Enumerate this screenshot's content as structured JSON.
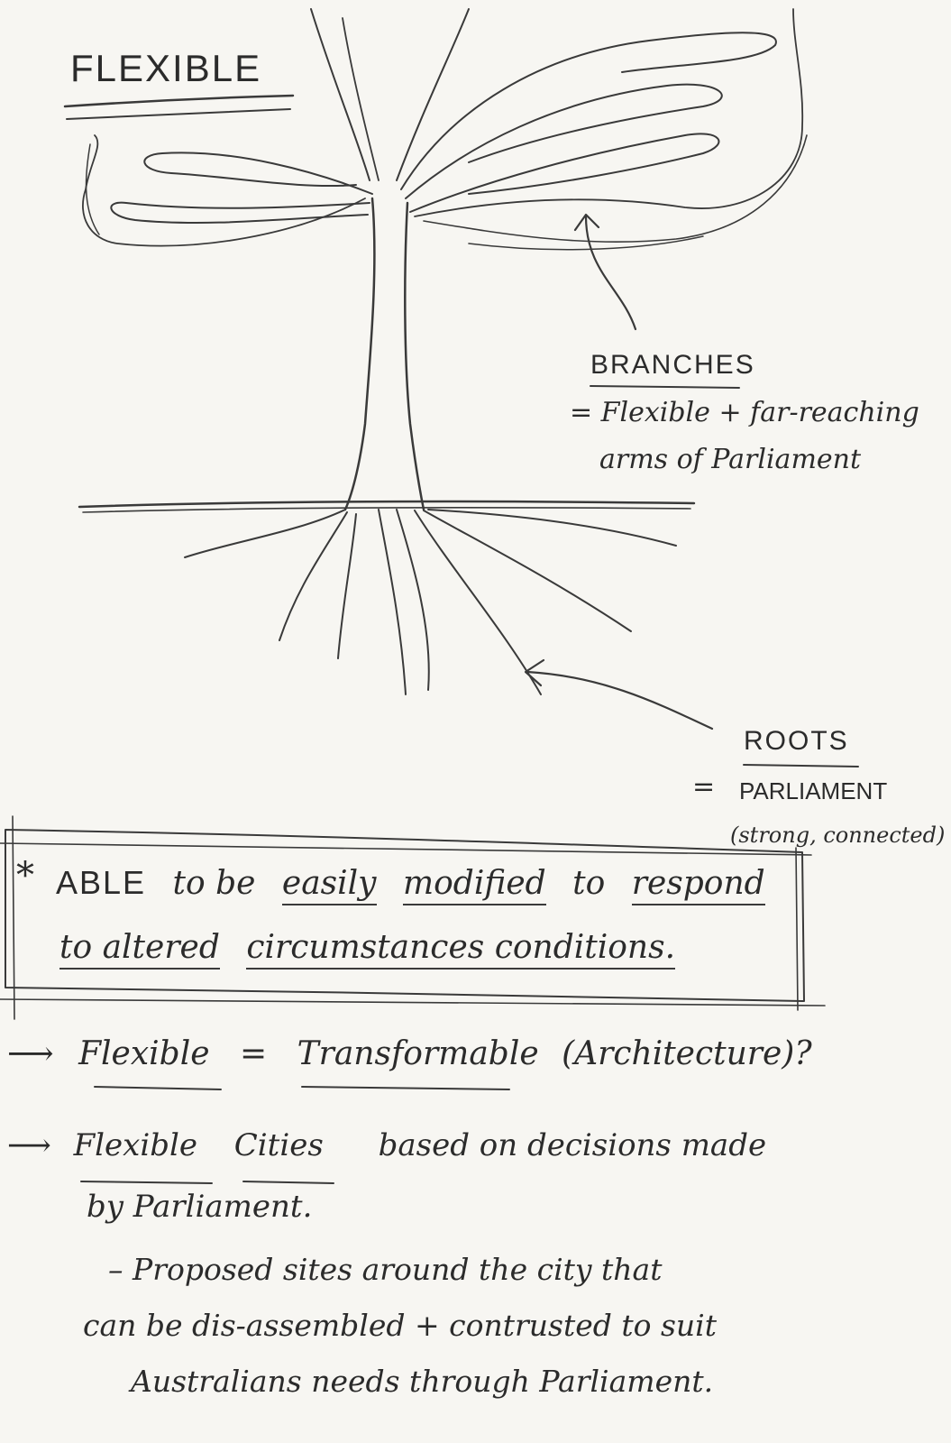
{
  "title": "FLEXIBLE",
  "branches": {
    "heading": "BRANCHES",
    "line1": "= Flexible + far-reaching",
    "line2": "arms of Parliament"
  },
  "roots": {
    "heading": "ROOTS",
    "equals": "=",
    "line1": "PARLIAMENT",
    "line2": "(strong, connected)"
  },
  "definition": {
    "star": "*",
    "line1_a": "ABLE",
    "line1_b": "to be",
    "line1_c": "easily",
    "line1_d": "modified",
    "line1_e": "to",
    "line1_f": "respond",
    "line2_a": "to altered",
    "line2_b": "circumstances conditions."
  },
  "note1": {
    "arrow": "⟶",
    "a": "Flexible",
    "b": "=",
    "c": "Transformable",
    "d": "(Architecture)?"
  },
  "note2": {
    "arrow": "⟶",
    "a": "Flexible",
    "b": "Cities",
    "c": "based on decisions made",
    "line2": "by Parliament.",
    "line3": "– Proposed sites around the city that",
    "line4": "can be dis-assembled + contrusted to suit",
    "line5": "Australians needs through Parliament."
  }
}
